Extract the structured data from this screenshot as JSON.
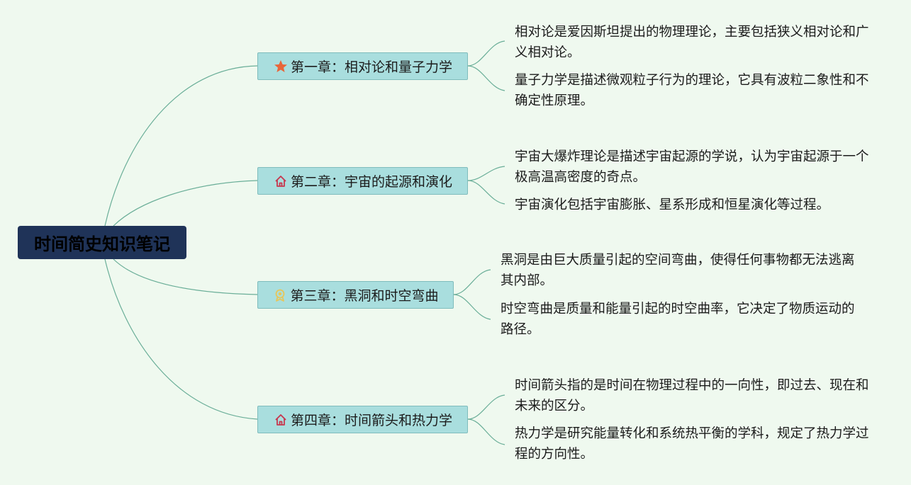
{
  "root": {
    "title": "时间简史知识笔记"
  },
  "chapters": [
    {
      "label": "第一章：相对论和量子力学",
      "icon": "star-icon",
      "notes": [
        "相对论是爱因斯坦提出的物理理论，主要包括狭义相对论和广义相对论。",
        "量子力学是描述微观粒子行为的理论，它具有波粒二象性和不确定性原理。"
      ]
    },
    {
      "label": "第二章：宇宙的起源和演化",
      "icon": "house-icon",
      "notes": [
        "宇宙大爆炸理论是描述宇宙起源的学说，认为宇宙起源于一个极高温高密度的奇点。",
        "宇宙演化包括宇宙膨胀、星系形成和恒星演化等过程。"
      ]
    },
    {
      "label": "第三章：黑洞和时空弯曲",
      "icon": "award-medal-icon",
      "notes": [
        "黑洞是由巨大质量引起的空间弯曲，使得任何事物都无法逃离其内部。",
        "时空弯曲是质量和能量引起的时空曲率，它决定了物质运动的路径。"
      ]
    },
    {
      "label": "第四章：时间箭头和热力学",
      "icon": "house-icon",
      "notes": [
        "时间箭头指的是时间在物理过程中的一向性，即过去、现在和未来的区分。",
        "热力学是研究能量转化和系统热平衡的学科，规定了热力学过程的方向性。"
      ]
    }
  ],
  "colors": {
    "background": "#eff9ef",
    "root_fill": "#1f3358",
    "chapter_fill": "#a9dede",
    "connector": "#6aae98"
  }
}
